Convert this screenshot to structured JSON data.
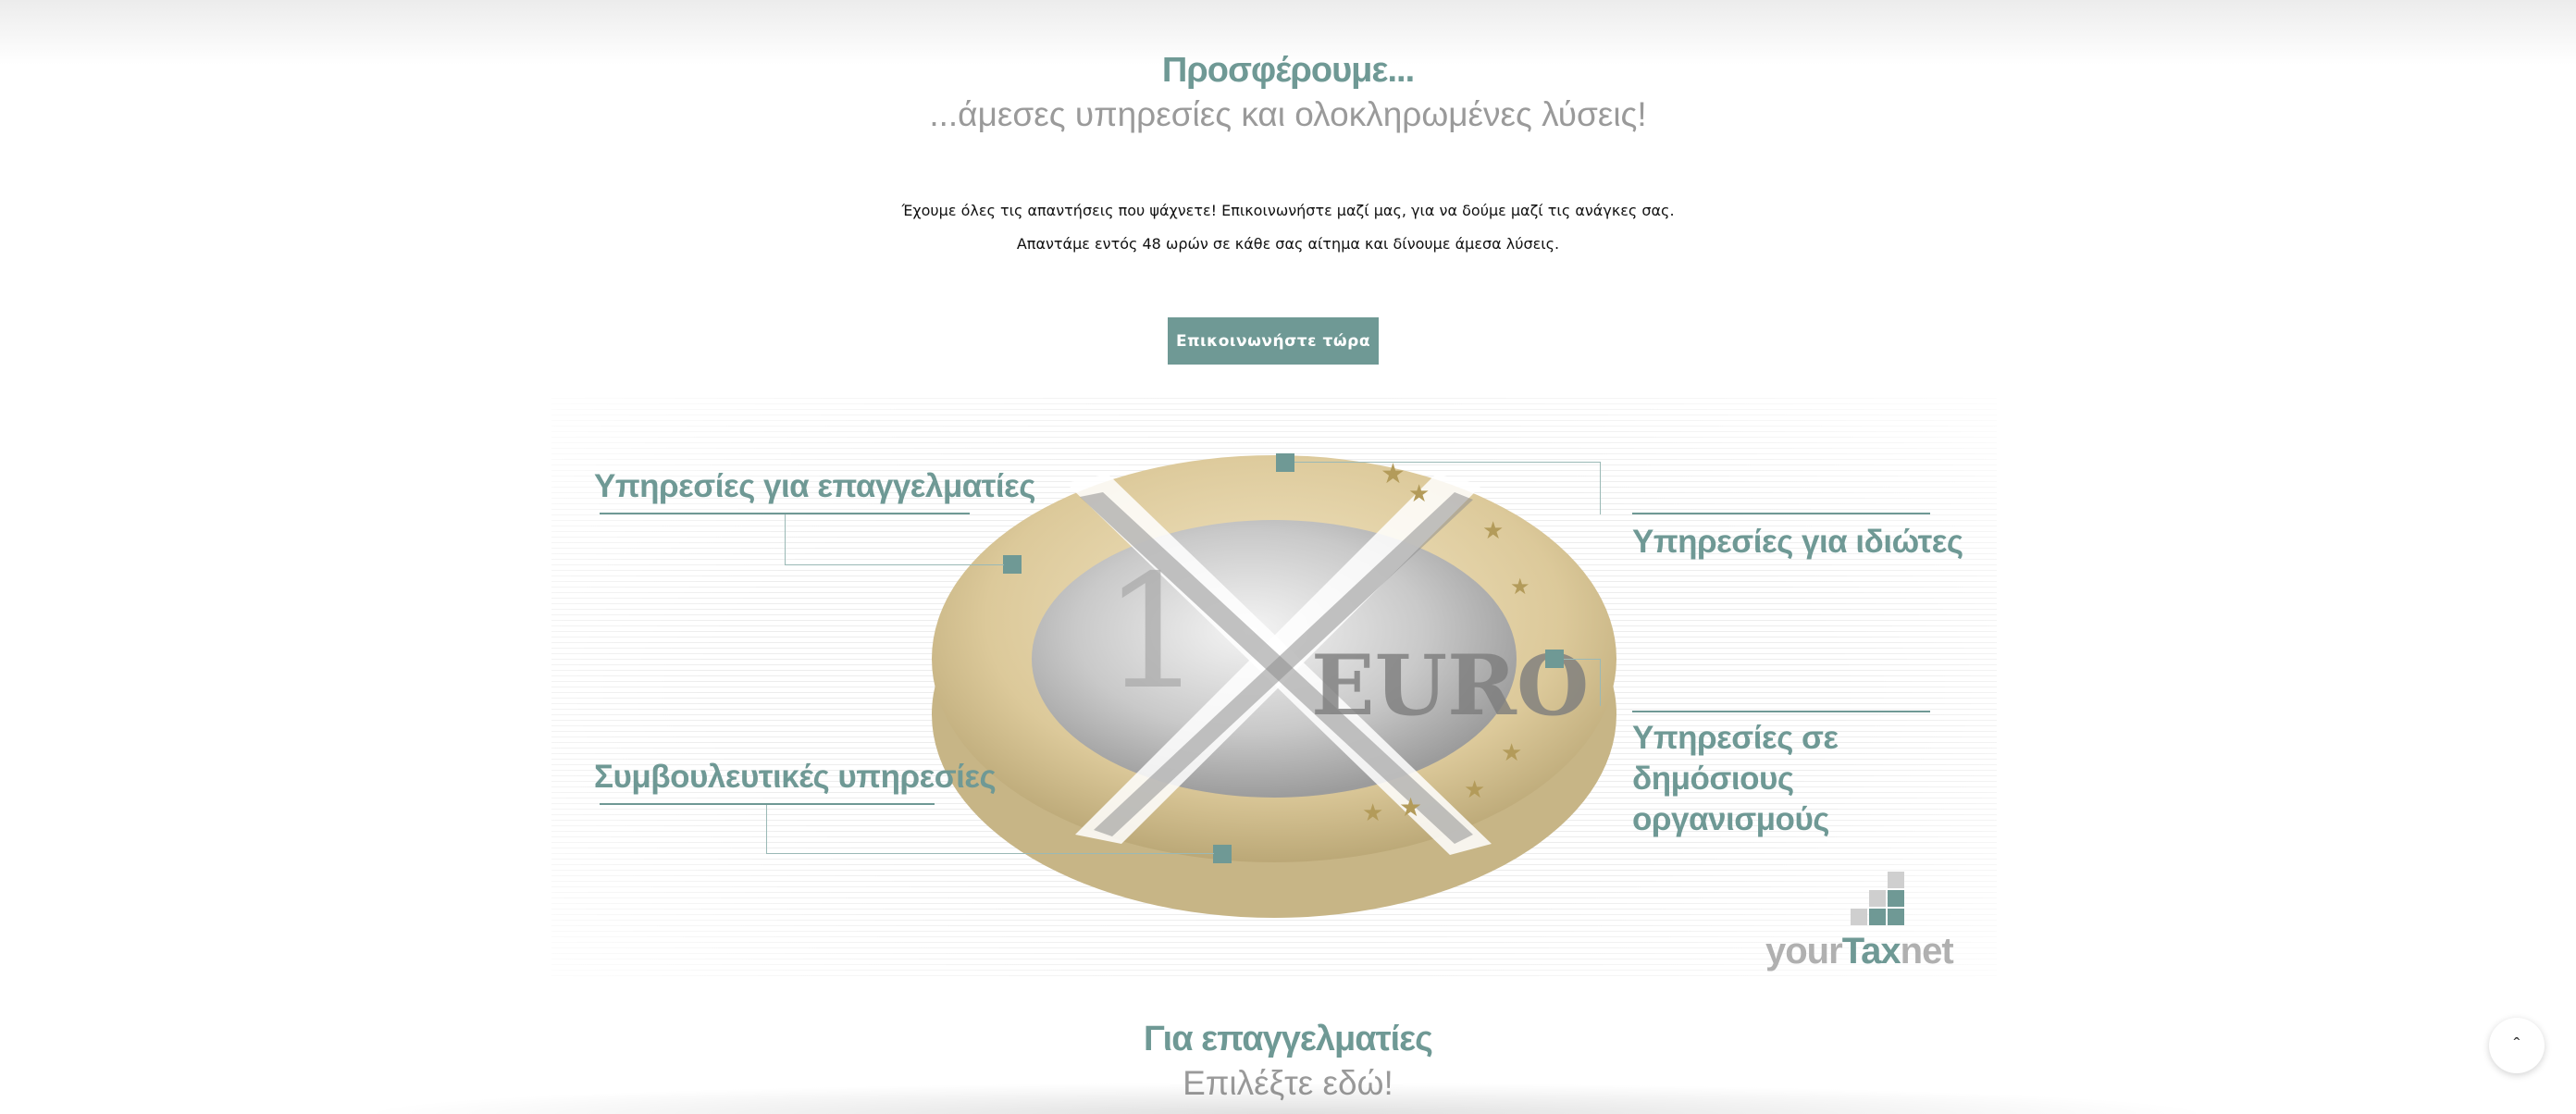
{
  "colors": {
    "accent": "#6f9995",
    "accent_dark": "#5f8a86",
    "gray_text": "#9a9a9a"
  },
  "offer": {
    "title": "Προσφέρουμε...",
    "subtitle": "...άμεσες υπηρεσίες και ολοκληρωμένες λύσεις!",
    "line1": "Έχουμε όλες τις απαντήσεις που ψάχνετε! Επικοινωνήστε μαζί μας, για να δούμε μαζί τις ανάγκες σας.",
    "line2": "Απαντάμε εντός 48 ωρών σε κάθε σας αίτημα και δίνουμε άμεσα λύσεις.",
    "cta_label": "Επικοινωνήστε τώρα"
  },
  "diagram": {
    "services": {
      "professionals": "Υπηρεσίες για επαγγελματίες",
      "individuals": "Υπηρεσίες για ιδιώτες",
      "consulting": "Συμβουλευτικές υπηρεσίες",
      "public_line1": "Υπηρεσίες σε δημόσιους",
      "public_line2": "οργανισμούς"
    },
    "coin_text": "EURO",
    "coin_value": "1",
    "logo": {
      "part1": "your",
      "part2": "Tax",
      "part3": "net"
    }
  },
  "professionals_section": {
    "title": "Για επαγγελματίες",
    "subtitle": "Επιλέξτε εδώ!"
  },
  "scroll_top_icon": "chevron-up-icon"
}
